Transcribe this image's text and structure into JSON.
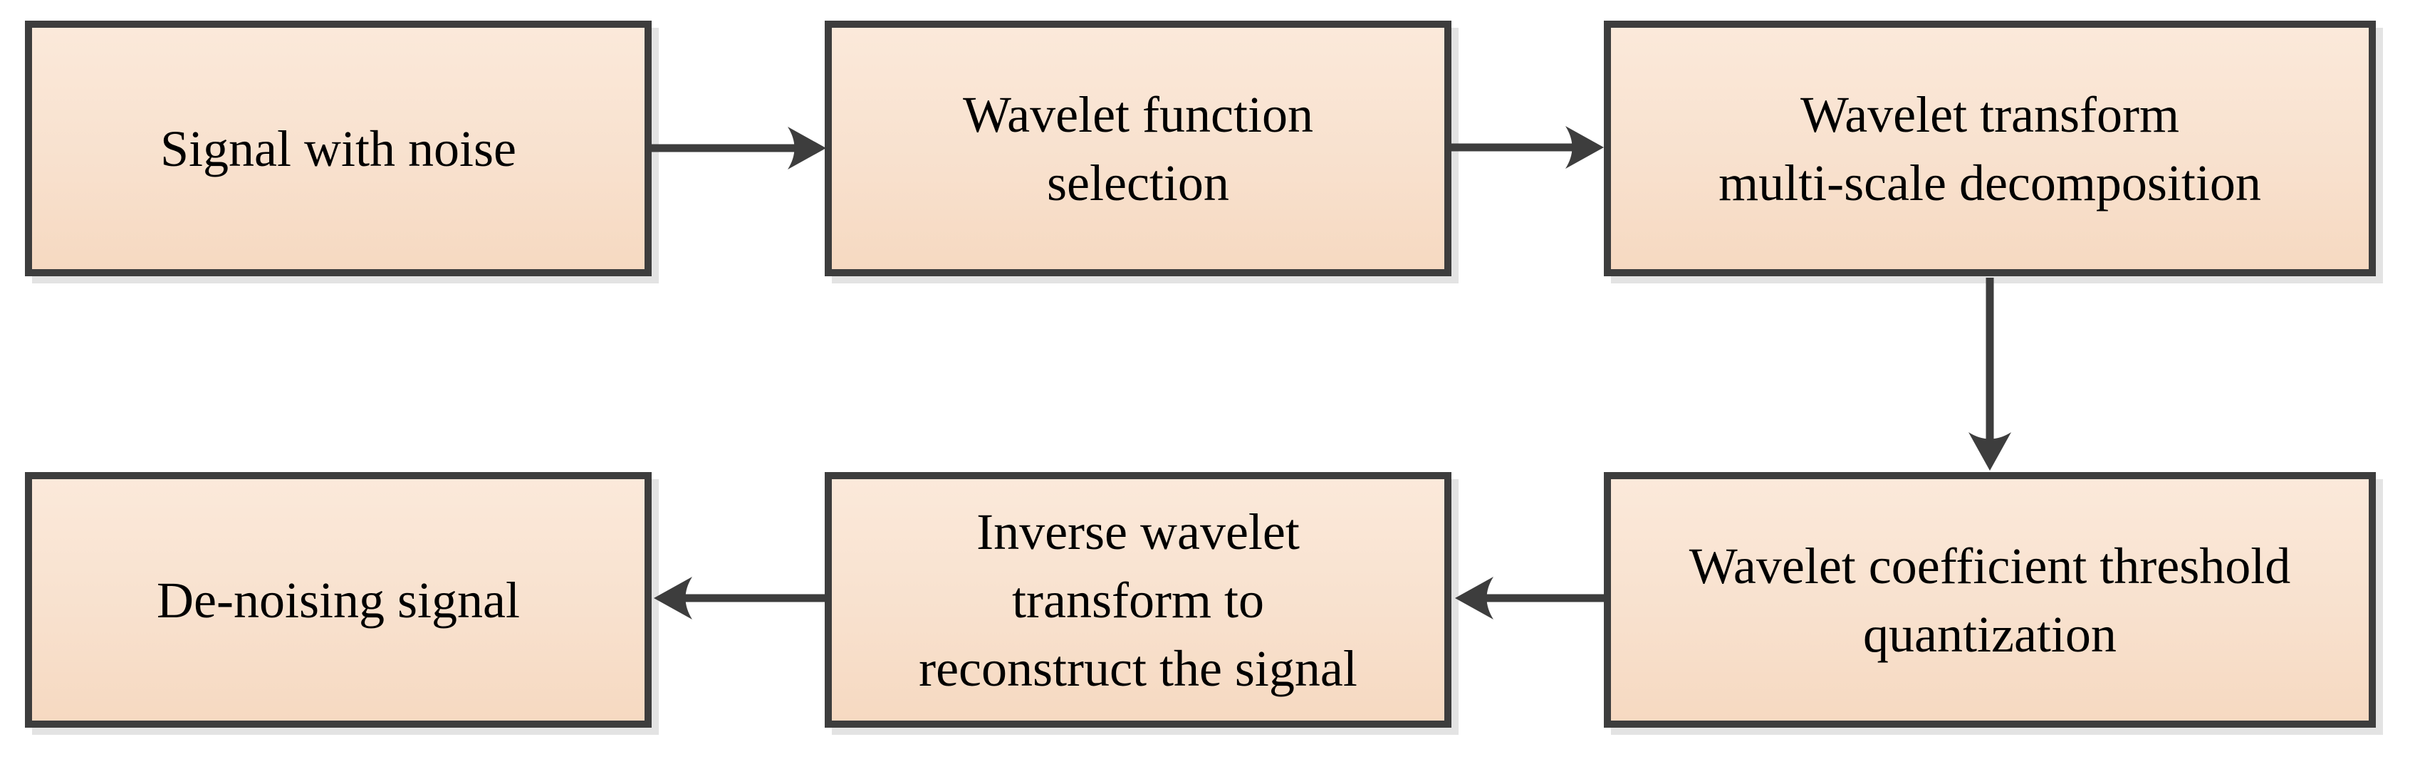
{
  "diagram": {
    "type": "flowchart",
    "colors": {
      "node_fill_top": "#fbe9da",
      "node_fill_bottom": "#f6d9c1",
      "node_border": "#3d3d3d",
      "arrow": "#3d3d3d",
      "shadow": "#e3e3e3",
      "text": "#000000",
      "background": "#ffffff"
    },
    "nodes": [
      {
        "id": "signal-with-noise",
        "label": "Signal with noise",
        "lines": [
          "Signal with noise"
        ]
      },
      {
        "id": "wavelet-function-selection",
        "label": "Wavelet function selection",
        "lines": [
          "Wavelet function",
          "selection"
        ]
      },
      {
        "id": "wavelet-transform-multiscale-decomposition",
        "label": "Wavelet transform multi-scale decomposition",
        "lines": [
          "Wavelet transform",
          "multi-scale decomposition"
        ]
      },
      {
        "id": "de-noising-signal",
        "label": "De-noising signal",
        "lines": [
          "De-noising signal"
        ]
      },
      {
        "id": "inverse-wavelet-transform",
        "label": "Inverse wavelet transform to reconstruct the signal",
        "lines": [
          "Inverse wavelet",
          "transform to",
          "reconstruct the signal"
        ]
      },
      {
        "id": "wavelet-coefficient-threshold-quantization",
        "label": "Wavelet coefficient threshold quantization",
        "lines": [
          "Wavelet coefficient threshold",
          "quantization"
        ]
      }
    ],
    "edges": [
      {
        "from": "signal-with-noise",
        "to": "wavelet-function-selection",
        "direction": "right"
      },
      {
        "from": "wavelet-function-selection",
        "to": "wavelet-transform-multiscale-decomposition",
        "direction": "right"
      },
      {
        "from": "wavelet-transform-multiscale-decomposition",
        "to": "wavelet-coefficient-threshold-quantization",
        "direction": "down"
      },
      {
        "from": "wavelet-coefficient-threshold-quantization",
        "to": "inverse-wavelet-transform",
        "direction": "left"
      },
      {
        "from": "inverse-wavelet-transform",
        "to": "de-noising-signal",
        "direction": "left"
      }
    ]
  }
}
